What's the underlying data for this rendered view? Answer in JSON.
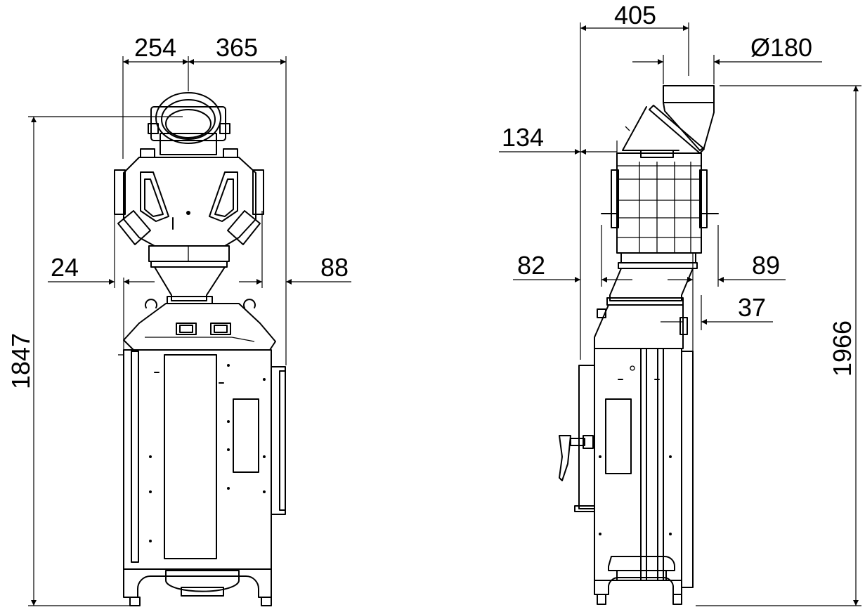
{
  "front_view": {
    "dim_254": "254",
    "dim_365": "365",
    "dim_24": "24",
    "dim_88": "88",
    "dim_1847": "1847"
  },
  "side_view": {
    "dim_405": "405",
    "dim_180": "Ø180",
    "dim_134": "134",
    "dim_82": "82",
    "dim_89": "89",
    "dim_37": "37",
    "dim_1966": "1966"
  }
}
